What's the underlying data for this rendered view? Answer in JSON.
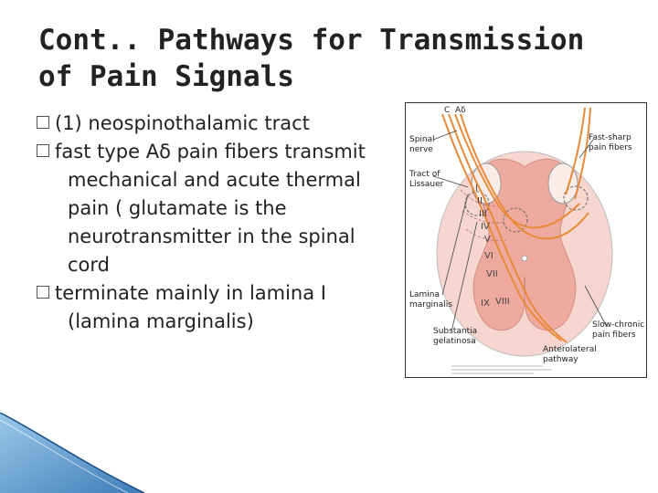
{
  "slide": {
    "title_line1": "Cont.. Pathways for Transmission",
    "title_line2": "of Pain Signals",
    "bullets": [
      {
        "text": "(1) neospinothalamic tract",
        "marker": "checkbox-glyph"
      },
      {
        "text": "fast type Aδ pain fibers transmit mechanical and acute thermal pain ( glutamate is the neurotransmitter in the spinal cord",
        "marker": "checkbox-glyph"
      },
      {
        "text": "terminate mainly in lamina I (lamina marginalis)",
        "marker": "checkbox-glyph"
      }
    ]
  },
  "figure": {
    "labels": {
      "c": "C",
      "a_delta": "Aδ",
      "spinal_nerve_1": "Spinal",
      "spinal_nerve_2": "nerve",
      "tract_1": "Tract of",
      "tract_2": "Lissauer",
      "fast_1": "Fast-sharp",
      "fast_2": "pain fibers",
      "lamina_1": "Lamina",
      "lamina_2": "marginalis",
      "substantia_1": "Substantia",
      "substantia_2": "gelatinosa",
      "slow_1": "Slow-chronic",
      "slow_2": "pain fibers",
      "anterolateral_1": "Anterolateral",
      "anterolateral_2": "pathway"
    },
    "laminae": [
      "I",
      "II",
      "III",
      "IV",
      "V",
      "VI",
      "VII",
      "VIII",
      "IX"
    ],
    "colors": {
      "cord": "#f6d6cf",
      "gray_matter": "#efaa9f",
      "fiber": "#e88a3a",
      "outline": "#999999"
    }
  },
  "theme": {
    "accent": "#2a6fb0"
  }
}
